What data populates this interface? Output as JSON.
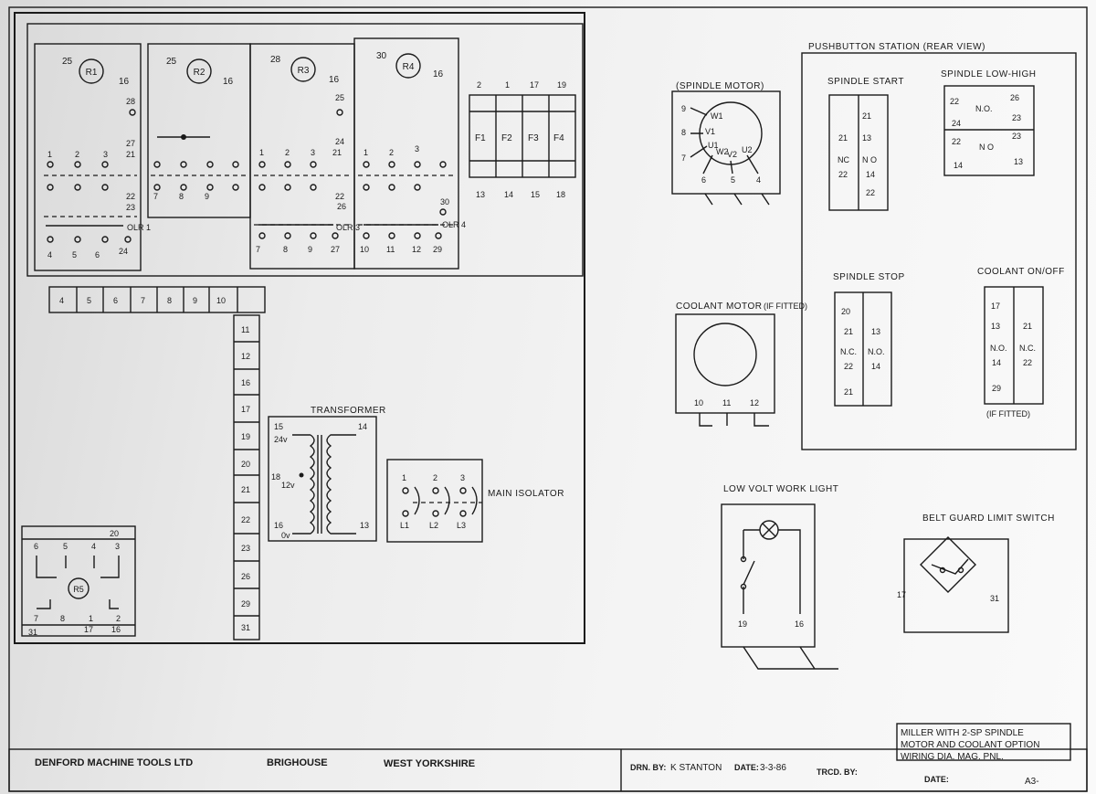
{
  "relays": [
    {
      "label": "R1",
      "a": "25",
      "b": "16"
    },
    {
      "label": "R2",
      "a": "25",
      "b": "16"
    },
    {
      "label": "R3",
      "a": "28",
      "b": "16"
    },
    {
      "label": "R4",
      "a": "30",
      "b": "16"
    }
  ],
  "contactor1": {
    "top": [
      "1",
      "2",
      "3",
      "21"
    ],
    "side": [
      "28",
      "27",
      "22",
      "23"
    ],
    "bottom": [
      "4",
      "5",
      "6",
      "24"
    ],
    "olr": "OLR 1"
  },
  "contactor2": {
    "bottom": [
      "7",
      "8",
      "9"
    ]
  },
  "contactor3": {
    "top": [
      "1",
      "2",
      "3",
      "21"
    ],
    "side": [
      "25",
      "24",
      "22",
      "26"
    ],
    "bottom": [
      "7",
      "8",
      "9",
      "27"
    ],
    "olr": "OLR 3"
  },
  "contactor4": {
    "top": [
      "1",
      "2",
      "3"
    ],
    "side": [
      "30"
    ],
    "bottom": [
      "10",
      "11",
      "12",
      "29"
    ],
    "olr": "OLR 4"
  },
  "fuses": {
    "top": [
      "2",
      "1",
      "17",
      "19"
    ],
    "labels": [
      "F1",
      "F2",
      "F3",
      "F4"
    ],
    "bottom": [
      "13",
      "14",
      "15",
      "18"
    ]
  },
  "terminal_row": [
    "4",
    "5",
    "6",
    "7",
    "8",
    "9",
    "10",
    ""
  ],
  "terminal_col": [
    "11",
    "12",
    "16",
    "17",
    "19",
    "20",
    "21",
    "22",
    "23",
    "26",
    "29",
    "31"
  ],
  "transformer": {
    "title": "TRANSFORMER",
    "t15": "15",
    "t14": "14",
    "v24": "24v",
    "t18": "18",
    "v12": "12v",
    "t16": "16",
    "v0": "0v",
    "t13": "13"
  },
  "isolator": {
    "title": "MAIN ISOLATOR",
    "top": [
      "1",
      "2",
      "3"
    ],
    "bottom": [
      "L1",
      "L2",
      "L3"
    ]
  },
  "r5": {
    "label": "R5",
    "n20": "20",
    "top": [
      "6",
      "5",
      "4",
      "3"
    ],
    "bot": [
      "7",
      "8",
      "1",
      "2"
    ],
    "last": [
      "31",
      "17",
      "16"
    ]
  },
  "spindle_motor": {
    "title": "(SPINDLE  MOTOR)",
    "left": [
      "9",
      "8",
      "7"
    ],
    "windings": [
      "W1",
      "V1",
      "U1",
      "W2",
      "V2",
      "U2"
    ],
    "bottom": [
      "6",
      "5",
      "4"
    ]
  },
  "coolant_motor": {
    "title": "COOLANT MOTOR",
    "fitted": "(IF FITTED)",
    "bottom": [
      "10",
      "11",
      "12"
    ]
  },
  "pushbutton": {
    "title": "PUSHBUTTON  STATION (REAR VIEW)",
    "start": {
      "title": "SPINDLE START",
      "l1": "21",
      "r1": "21",
      "r2": "13",
      "l2": "NC",
      "r3": "N O",
      "l3": "22",
      "r4": "14",
      "r5": "22"
    },
    "lowhigh": {
      "title": "SPINDLE LOW-HIGH",
      "a": [
        "22",
        "N.O.",
        "26"
      ],
      "b": [
        "24",
        "23"
      ],
      "c": [
        "22",
        "N O",
        "23"
      ],
      "d": [
        "14",
        "13"
      ]
    },
    "stop": {
      "title": "SPINDLE STOP",
      "l": [
        "20",
        "21",
        "N.C.",
        "22",
        "21"
      ],
      "r": [
        "13",
        "N.O.",
        "14"
      ]
    },
    "coolant": {
      "title": "COOLANT ON/OFF",
      "l": [
        "17",
        "13",
        "N.O.",
        "14",
        "29"
      ],
      "r": [
        "21",
        "N.C.",
        "22"
      ],
      "note": "(IF FITTED)"
    }
  },
  "work_light": {
    "title": "LOW VOLT WORK LIGHT",
    "t1": "19",
    "t2": "16"
  },
  "belt_guard": {
    "title": "BELT GUARD LIMIT SWITCH",
    "t1": "17",
    "t2": "31"
  },
  "title_block": {
    "company": "DENFORD MACHINE TOOLS LTD",
    "town": "BRIGHOUSE",
    "county": "WEST YORKSHIRE",
    "drn_label": "DRN. BY:",
    "drn": "K  STANTON",
    "date_label": "DATE:",
    "date": "3-3-86",
    "trcd_label": "TRCD. BY:",
    "date2_label": "DATE:",
    "desc": [
      "MILLER WITH 2-SP SPINDLE",
      "MOTOR AND COOLANT OPTION",
      "WIRING DIA. MAG. PNL."
    ],
    "sheet": "A3-"
  }
}
